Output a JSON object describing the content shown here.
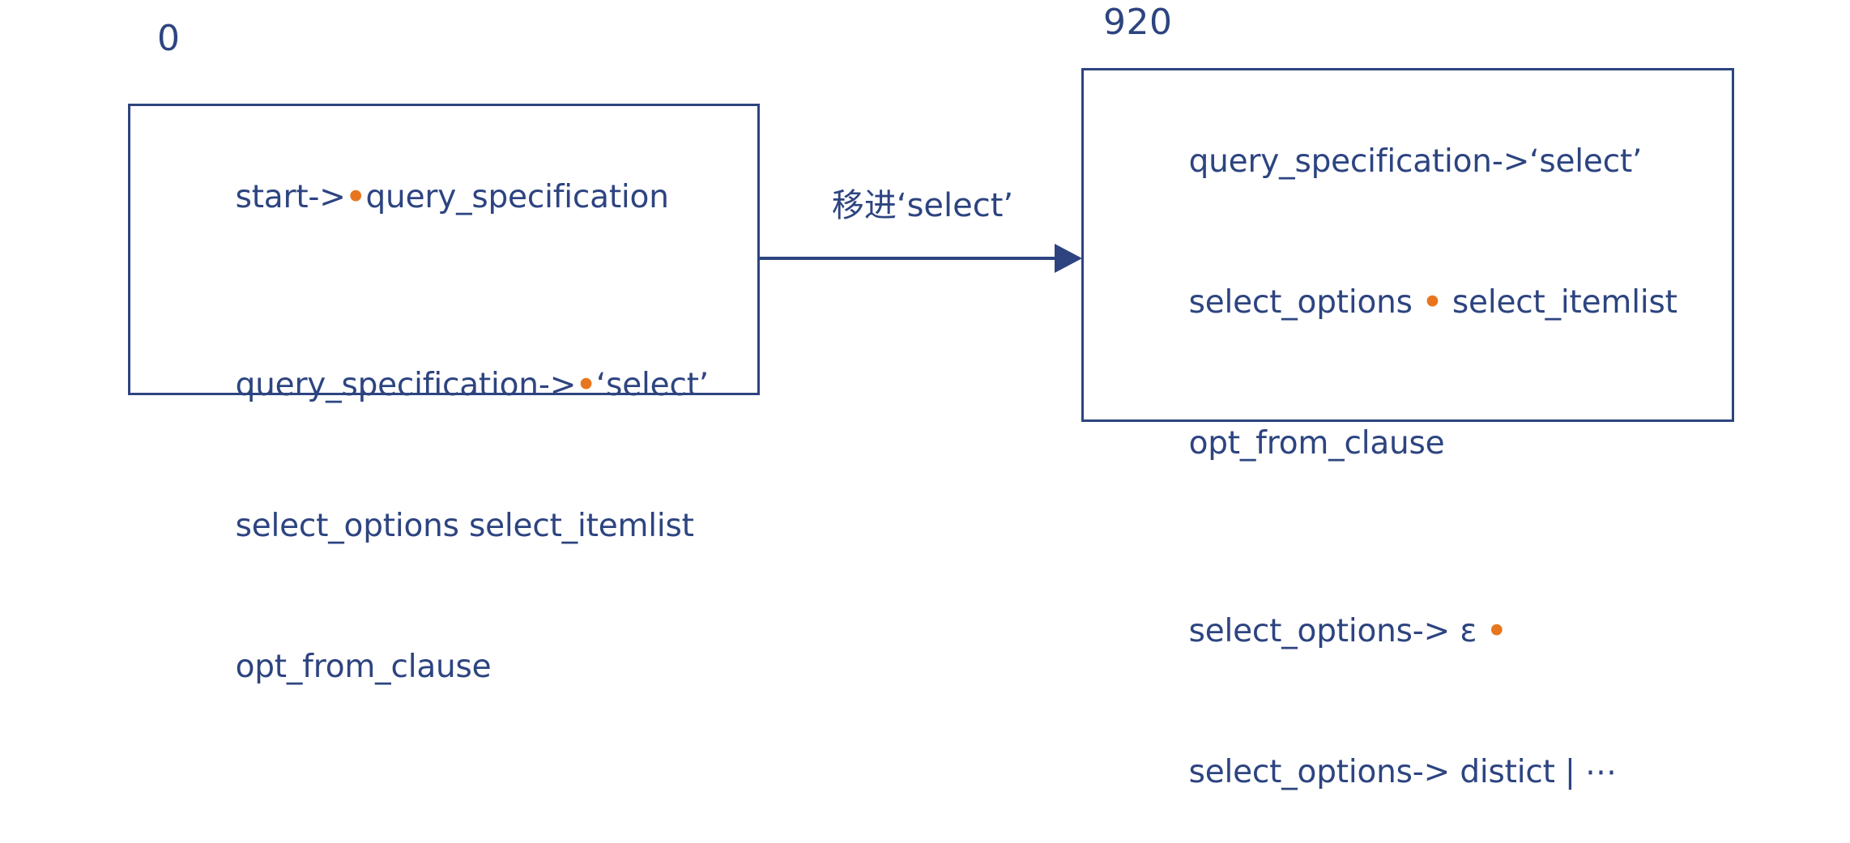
{
  "diagram": {
    "type": "lr-parser-state-transition",
    "title": "LR parser state transition on shifting 'select'",
    "colors": {
      "ink": "#2d4480",
      "dot": "#e8761e",
      "background": "#ffffff",
      "box_border": "#2d4480"
    }
  },
  "states": [
    {
      "id": "0",
      "label": "0",
      "items": [
        {
          "segments": [
            {
              "text": "start->",
              "kind": "text"
            },
            {
              "text": "•",
              "kind": "dot"
            },
            {
              "text": "query_specification",
              "kind": "text"
            }
          ],
          "plain": "start->•query_specification"
        },
        {
          "segments": [],
          "plain": "",
          "blank": true
        },
        {
          "segments": [
            {
              "text": "query_specification->",
              "kind": "text"
            },
            {
              "text": "•",
              "kind": "dot"
            },
            {
              "text": "‘select’",
              "kind": "text"
            }
          ],
          "plain": "query_specification->•‘select’"
        },
        {
          "segments": [
            {
              "text": "select_options select_itemlist",
              "kind": "text"
            }
          ],
          "plain": "select_options select_itemlist"
        },
        {
          "segments": [
            {
              "text": "opt_from_clause",
              "kind": "text"
            }
          ],
          "plain": "opt_from_clause"
        }
      ]
    },
    {
      "id": "920",
      "label": "920",
      "items": [
        {
          "segments": [
            {
              "text": "query_specification->‘select’",
              "kind": "text"
            }
          ],
          "plain": "query_specification->‘select’"
        },
        {
          "segments": [
            {
              "text": "select_options ",
              "kind": "text"
            },
            {
              "text": "•",
              "kind": "dot"
            },
            {
              "text": " select_itemlist",
              "kind": "text"
            }
          ],
          "plain": "select_options • select_itemlist"
        },
        {
          "segments": [
            {
              "text": "opt_from_clause",
              "kind": "text"
            }
          ],
          "plain": "opt_from_clause"
        },
        {
          "segments": [],
          "plain": "",
          "blank": true
        },
        {
          "segments": [
            {
              "text": "select_options-> ε ",
              "kind": "text"
            },
            {
              "text": "•",
              "kind": "dot"
            }
          ],
          "plain": "select_options-> ε •"
        },
        {
          "segments": [
            {
              "text": "select_options-> distict | ⋯",
              "kind": "text"
            }
          ],
          "plain": "select_options-> distict | ⋯"
        }
      ]
    }
  ],
  "transition": {
    "label": "移进‘select’",
    "from_state": "0",
    "to_state": "920",
    "symbol": "‘select’",
    "action": "移进"
  }
}
